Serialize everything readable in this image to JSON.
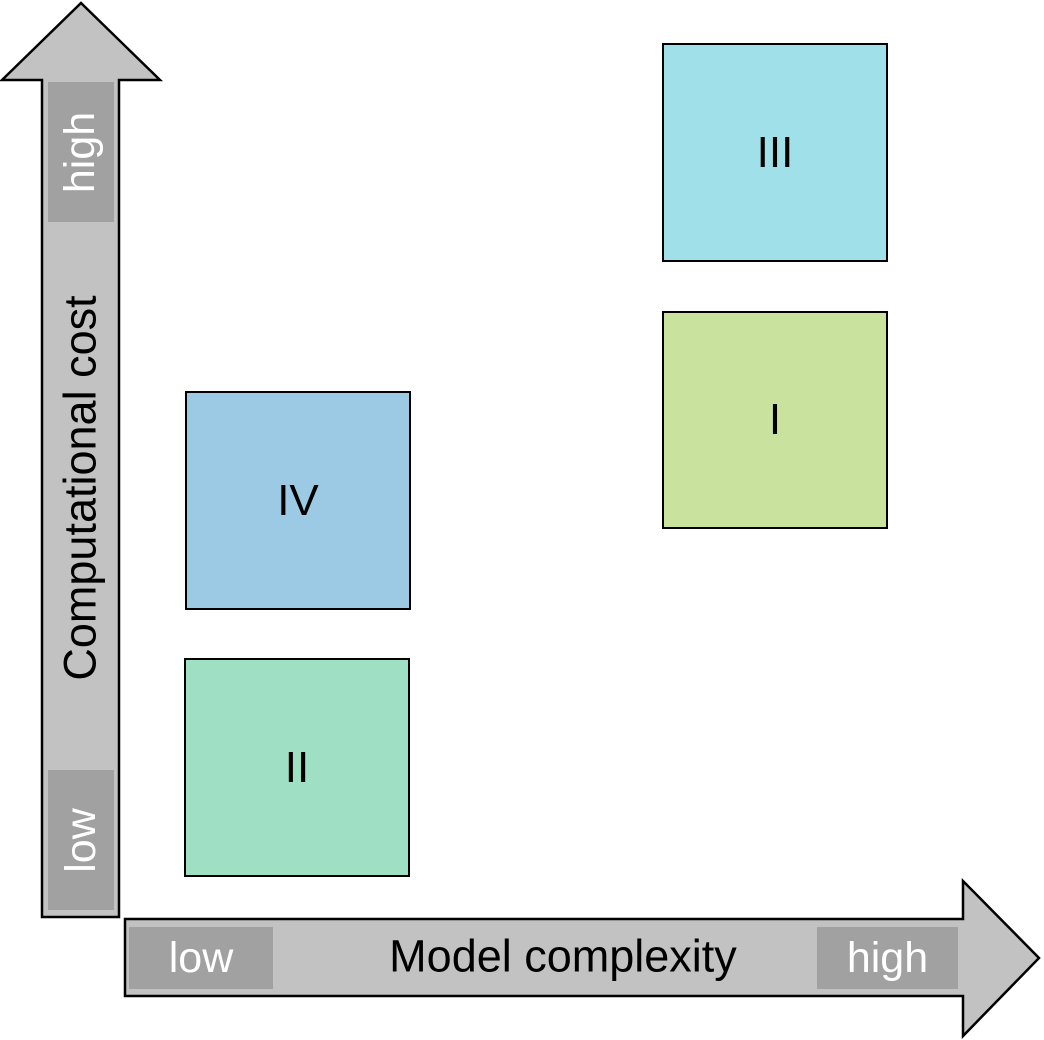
{
  "axes": {
    "y": {
      "label": "Computational cost",
      "low_tag": "low",
      "high_tag": "high"
    },
    "x": {
      "label": "Model complexity",
      "low_tag": "low",
      "high_tag": "high"
    }
  },
  "boxes": [
    {
      "label": "III",
      "color": "#a0e0e8",
      "x_position": "high",
      "y_position": "high"
    },
    {
      "label": "I",
      "color": "#c9e29e",
      "x_position": "high",
      "y_position": "mid"
    },
    {
      "label": "IV",
      "color": "#9ccae5",
      "x_position": "low",
      "y_position": "mid"
    },
    {
      "label": "II",
      "color": "#9fdfc4",
      "x_position": "low",
      "y_position": "low"
    }
  ],
  "colors": {
    "arrow_fill": "#c3c2c2",
    "arrow_outline": "#000000",
    "tag_box_gray": "#a2a1a1",
    "tag_text": "#ffffff",
    "text": "#000000",
    "background": "#ffffff"
  }
}
